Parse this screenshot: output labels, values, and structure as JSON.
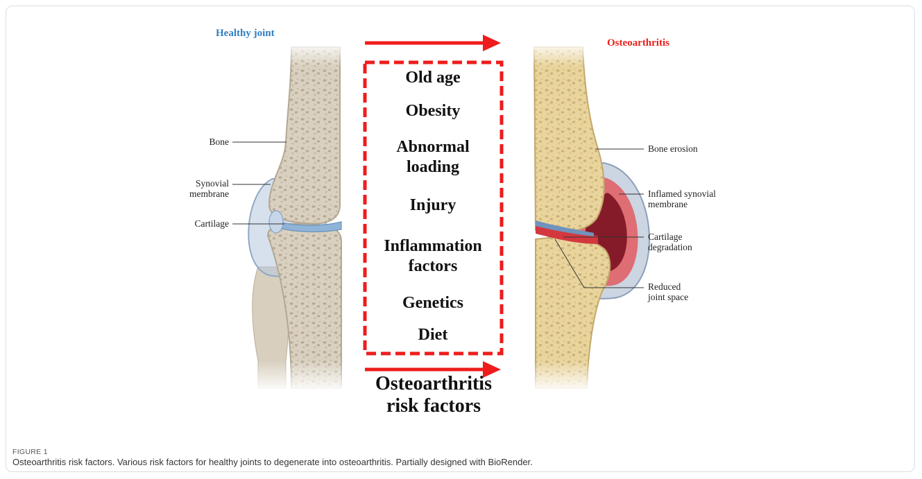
{
  "figure": {
    "left_title": "Healthy joint",
    "right_title": "Osteoarthritis",
    "healthy_labels": {
      "bone": "Bone",
      "synovial_membrane": "Synovial\nmembrane",
      "cartilage": "Cartilage"
    },
    "oa_labels": {
      "bone_erosion": "Bone erosion",
      "inflamed_synovial_membrane": "Inflamed synovial\nmembrane",
      "cartilage_degradation": "Cartilage\ndegradation",
      "reduced_joint_space": "Reduced\njoint space"
    },
    "risk_factors": [
      "Old age",
      "Obesity",
      "Abnormal\nloading",
      "Injury",
      "Inflammation\nfactors",
      "Genetics",
      "Diet"
    ],
    "risk_factors_title": "Osteoarthritis\nrisk factors"
  },
  "caption": {
    "label": "FIGURE 1",
    "text": "Osteoarthritis risk factors. Various risk factors for healthy joints to degenerate into osteoarthritis. Partially designed with BioRender."
  },
  "colors": {
    "healthy_title": "#2f7ec1",
    "oa_title": "#e8211b",
    "arrow_red": "#ee1c1c",
    "healthy_bone": "#ddd5c6",
    "oa_bone": "#ecd8a3",
    "synovial_blue": "#a9bfd9",
    "inflamed_red": "#d9454c"
  }
}
